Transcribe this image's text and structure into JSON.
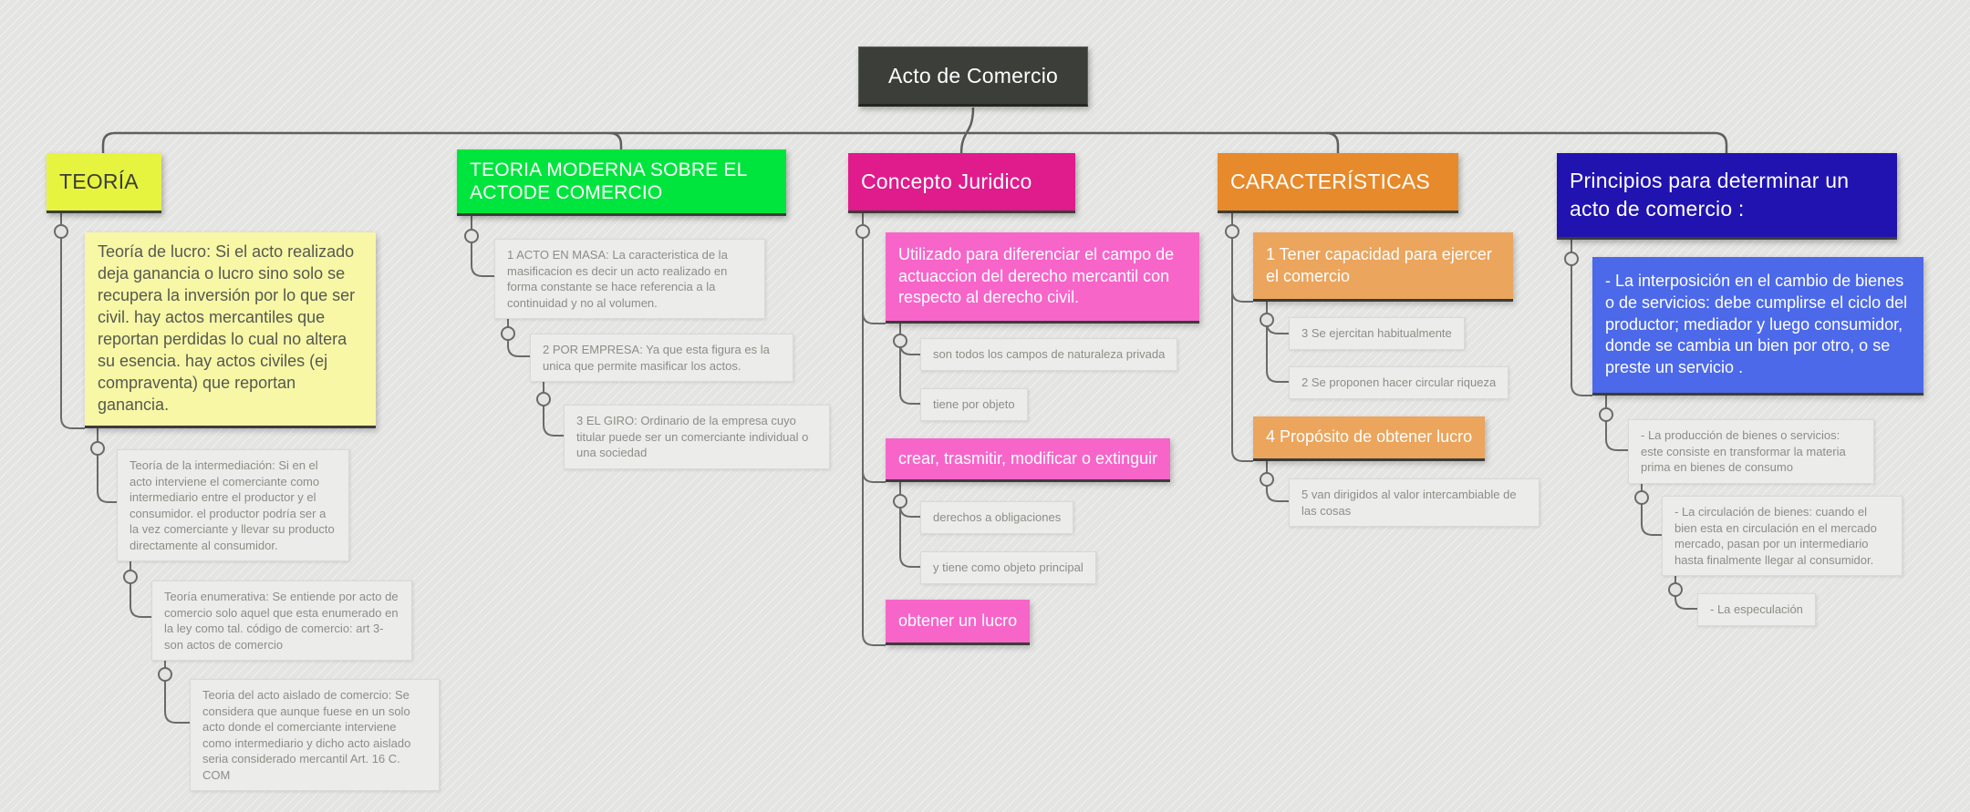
{
  "colors": {
    "background": "#e4e4e2",
    "connector": "#6a6a6a",
    "underline": "#3c3c39",
    "root_bg": "#3b3e39",
    "teoria_bg": "#e7f43f",
    "teoria_child_bg": "#f7f7a6",
    "moderna_bg": "#00e53d",
    "concepto_bg": "#e01b8c",
    "concepto_child_bg": "#f765c9",
    "caracteristicas_bg": "#e78a2c",
    "caracteristicas_child_bg": "#eba55d",
    "principios_bg": "#2113b0",
    "principios_child_bg": "#4c69e9",
    "plain_bg": "#ececea"
  },
  "nodes": {
    "root": {
      "label": "Acto de Comercio"
    },
    "teoria": {
      "label": "TEORÍA"
    },
    "lucro": {
      "label": "Teoría de lucro: Si el acto realizado deja ganancia o lucro sino solo se recupera la inversión por lo que ser civil. hay actos mercantiles que reportan perdidas lo cual no altera su esencia. hay actos civiles (ej compraventa) que reportan ganancia."
    },
    "intermediacion": {
      "label": "Teoría de la intermediación: Si en el acto interviene el comerciante como intermediario entre el productor y el consumidor. el productor podría ser a la vez comerciante y llevar su producto directamente al consumidor."
    },
    "enumerativa": {
      "label": "Teoría enumerativa: Se entiende por acto de comercio solo aquel que esta enumerado en la ley como tal. código de comercio: art 3- son actos de comercio"
    },
    "aislado": {
      "label": "Teoria del acto aislado de comercio: Se considera que aunque fuese en un solo acto donde el comerciante interviene como intermediario y dicho acto aislado seria considerado mercantil Art. 16 C. COM"
    },
    "moderna": {
      "label": "TEORIA MODERNA SOBRE EL ACTODE COMERCIO"
    },
    "masa": {
      "label": "1 ACTO EN MASA: La caracteristica de la masificacion es decir un acto realizado en forma constante se hace referencia a la continuidad y no al volumen."
    },
    "empresa": {
      "label": "2 POR EMPRESA: Ya que esta figura es la unica que permite masificar los actos."
    },
    "giro": {
      "label": "3 EL GIRO: Ordinario de la empresa cuyo titular puede ser un comerciante individual o una sociedad"
    },
    "concepto": {
      "label": "Concepto Juridico"
    },
    "utilizado": {
      "label": "Utilizado para diferenciar el campo de actuaccion del derecho mercantil con respecto al derecho civil."
    },
    "campos": {
      "label": "son todos los campos de  naturaleza privada"
    },
    "objeto": {
      "label": "tiene por objeto"
    },
    "crear": {
      "label": "crear, trasmitir, modificar o extinguir"
    },
    "derechos": {
      "label": "derechos a obligaciones"
    },
    "principal": {
      "label": "y tiene como objeto principal"
    },
    "obtener": {
      "label": "obtener un lucro"
    },
    "caracteristicas": {
      "label": "CARACTERÍSTICAS"
    },
    "capacidad": {
      "label": "1 Tener capacidad para ejercer el comercio"
    },
    "habitual": {
      "label": "3 Se ejercitan habitualmente"
    },
    "riqueza": {
      "label": "2 Se proponen hacer circular riqueza"
    },
    "proposito": {
      "label": "4 Propósito de obtener lucro"
    },
    "valor": {
      "label": "5 van dirigidos al valor intercambiable de las cosas"
    },
    "principios": {
      "label": "Principios para determinar un acto de comercio :"
    },
    "interposicion": {
      "label": "- La interposición en el cambio de bienes o de servicios: debe cumplirse el ciclo del productor; mediador y luego consumidor, donde se cambia un bien por otro, o se preste un servicio ."
    },
    "produccion": {
      "label": "- La producción de bienes o servicios: este consiste en transformar la materia prima en bienes de consumo"
    },
    "circulacion": {
      "label": "- La circulación de bienes: cuando el bien esta en circulación en el mercado mercado, pasan por un intermediario hasta finalmente llegar al consumidor."
    },
    "especulacion": {
      "label": "- La especulación"
    }
  }
}
